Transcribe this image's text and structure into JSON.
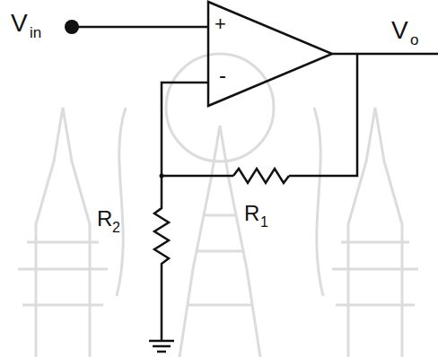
{
  "diagram": {
    "labels": [
      "V",
      "in",
      "+",
      "-",
      "V",
      "o",
      "R",
      "2",
      "R",
      "1"
    ]
  }
}
